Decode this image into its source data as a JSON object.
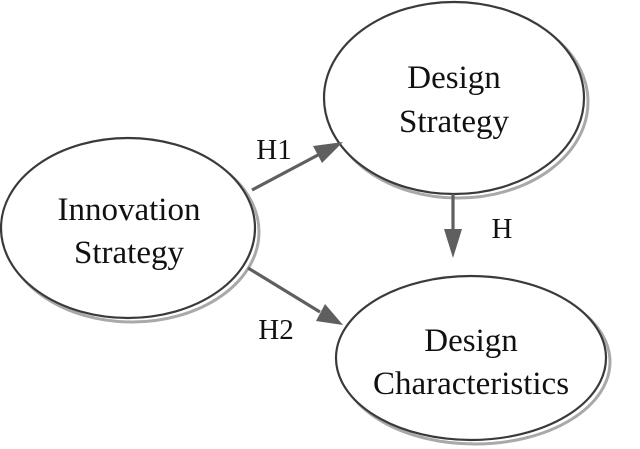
{
  "nodes": {
    "innovation_strategy": {
      "line1": "Innovation",
      "line2": "Strategy"
    },
    "design_strategy": {
      "line1": "Design",
      "line2": "Strategy"
    },
    "design_characteristics": {
      "line1": "Design",
      "line2": "Characteristics"
    }
  },
  "edges": {
    "h1": {
      "label": "H1"
    },
    "h2": {
      "label": "H2"
    },
    "h3": {
      "label": "H"
    }
  },
  "colors": {
    "node_stroke": "#3a3a3a",
    "node_shadow": "#a9a9a9",
    "arrow": "#5f5f5f",
    "text": "#111111"
  }
}
